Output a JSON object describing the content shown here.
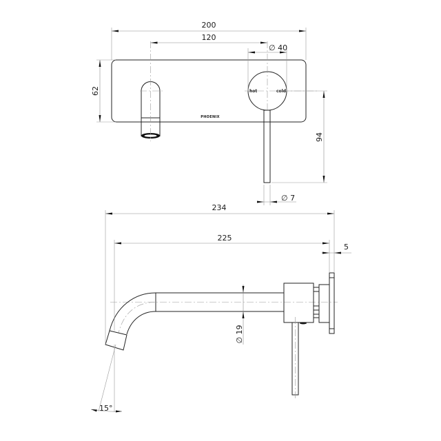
{
  "drawing": {
    "brand_mark": "PHOENIX",
    "front_view": {
      "handle_labels": {
        "hot": "hot",
        "cold": "cold"
      },
      "dimensions": {
        "overall_width": "200",
        "spout_to_handle": "120",
        "handle_diameter": "∅ 40",
        "plate_height": "62",
        "lever_drop": "94",
        "lever_diameter": "∅ 7"
      }
    },
    "side_view": {
      "dimensions": {
        "overall_projection": "234",
        "spout_reach": "225",
        "plate_thickness": "5",
        "spout_diameter": "∅ 19",
        "outlet_angle": "15°"
      }
    },
    "colors": {
      "line": "#222222",
      "dimension": "#8a8a8a",
      "background": "#ffffff"
    }
  }
}
